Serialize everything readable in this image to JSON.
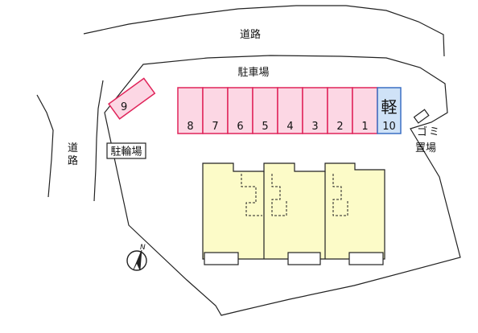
{
  "labels": {
    "road_top": "道路",
    "road_left_1": "道",
    "road_left_2": "路",
    "parking_area": "駐車場",
    "bicycle_parking": "駐輪場",
    "garbage_1": "ゴミ",
    "garbage_2": "置場",
    "north": "N"
  },
  "parking": {
    "row_numbers": [
      "8",
      "7",
      "6",
      "5",
      "4",
      "3",
      "2",
      "1"
    ],
    "compact_kanji": "軽",
    "compact_number": "10",
    "diagonal_number": "9"
  },
  "colors": {
    "parking_fill": "#fcd7e4",
    "parking_stroke": "#e0245a",
    "compact_fill": "#cfe2f7",
    "compact_stroke": "#3a6fc4",
    "building_fill": "#fcfbc8",
    "line": "#222222"
  }
}
